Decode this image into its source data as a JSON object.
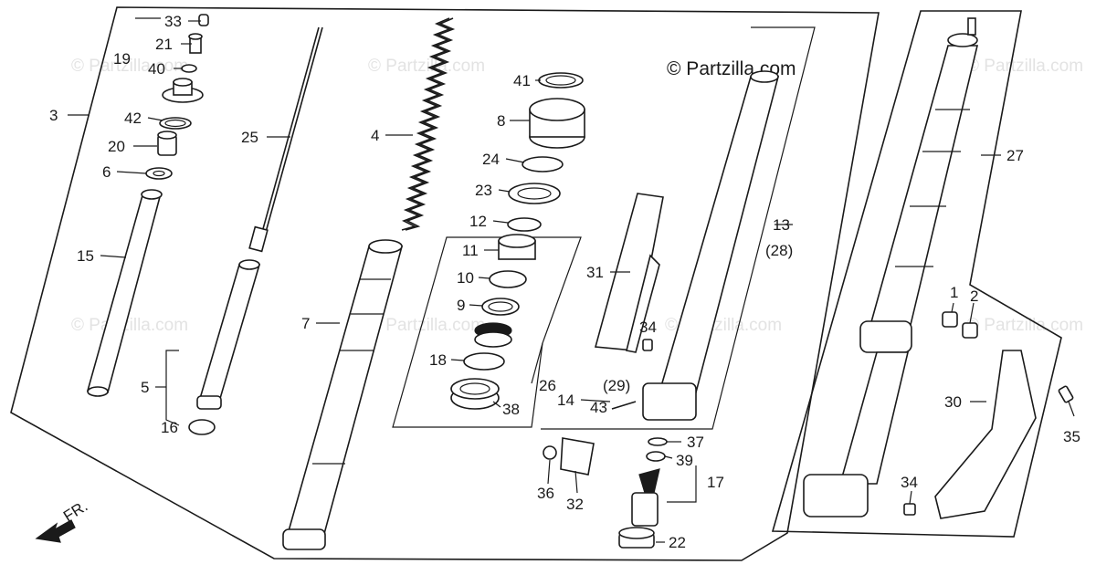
{
  "copyright": "© Partzilla.com",
  "watermark": "© Partzilla.com",
  "direction_label": "FR.",
  "callouts": [
    {
      "id": "p33",
      "text": "33"
    },
    {
      "id": "p21",
      "text": "21"
    },
    {
      "id": "p19",
      "text": "19"
    },
    {
      "id": "p40",
      "text": "40"
    },
    {
      "id": "p3",
      "text": "3"
    },
    {
      "id": "p42",
      "text": "42"
    },
    {
      "id": "p20",
      "text": "20"
    },
    {
      "id": "p6",
      "text": "6"
    },
    {
      "id": "p15",
      "text": "15"
    },
    {
      "id": "p25",
      "text": "25"
    },
    {
      "id": "p5",
      "text": "5"
    },
    {
      "id": "p16",
      "text": "16"
    },
    {
      "id": "p4",
      "text": "4"
    },
    {
      "id": "p7",
      "text": "7"
    },
    {
      "id": "p41",
      "text": "41"
    },
    {
      "id": "p8",
      "text": "8"
    },
    {
      "id": "p24",
      "text": "24"
    },
    {
      "id": "p23",
      "text": "23"
    },
    {
      "id": "p12",
      "text": "12"
    },
    {
      "id": "p11",
      "text": "11"
    },
    {
      "id": "p10",
      "text": "10"
    },
    {
      "id": "p9",
      "text": "9"
    },
    {
      "id": "p18",
      "text": "18"
    },
    {
      "id": "p38",
      "text": "38"
    },
    {
      "id": "p26",
      "text": "26"
    },
    {
      "id": "p31",
      "text": "31"
    },
    {
      "id": "p34a",
      "text": "34"
    },
    {
      "id": "p29",
      "text": "(29)"
    },
    {
      "id": "p14",
      "text": "14"
    },
    {
      "id": "p43",
      "text": "43"
    },
    {
      "id": "p13",
      "text": "13"
    },
    {
      "id": "p28",
      "text": "(28)"
    },
    {
      "id": "p36",
      "text": "36"
    },
    {
      "id": "p32",
      "text": "32"
    },
    {
      "id": "p37",
      "text": "37"
    },
    {
      "id": "p39",
      "text": "39"
    },
    {
      "id": "p17",
      "text": "17"
    },
    {
      "id": "p22",
      "text": "22"
    },
    {
      "id": "p27",
      "text": "27"
    },
    {
      "id": "p1",
      "text": "1"
    },
    {
      "id": "p2",
      "text": "2"
    },
    {
      "id": "p30",
      "text": "30"
    },
    {
      "id": "p35",
      "text": "35"
    },
    {
      "id": "p34b",
      "text": "34"
    }
  ]
}
